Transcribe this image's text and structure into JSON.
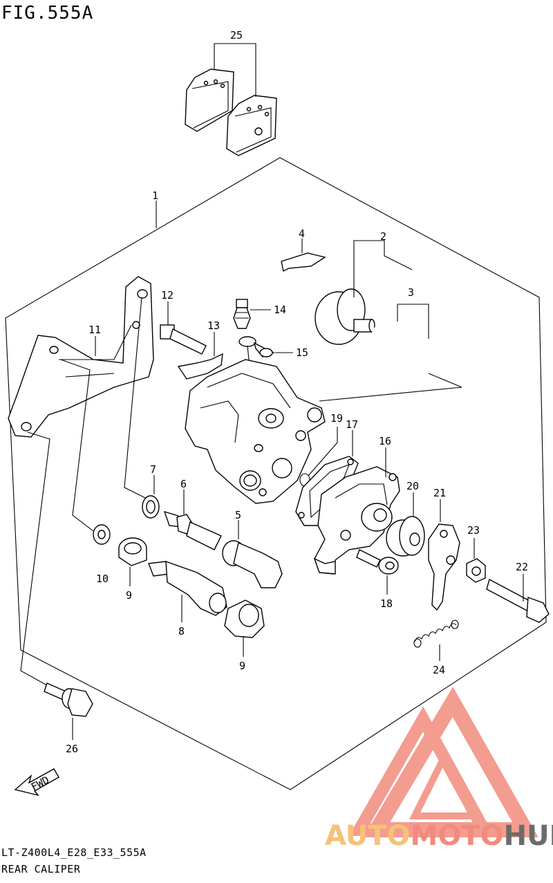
{
  "figure": {
    "title": "FIG.555A",
    "model_code": "LT-Z400L4_E28_E33_555A",
    "section_name": "REAR CALIPER"
  },
  "callouts": [
    {
      "id": "c1",
      "label": "1"
    },
    {
      "id": "c2",
      "label": "2"
    },
    {
      "id": "c3",
      "label": "3"
    },
    {
      "id": "c4",
      "label": "4"
    },
    {
      "id": "c5",
      "label": "5"
    },
    {
      "id": "c6",
      "label": "6"
    },
    {
      "id": "c7",
      "label": "7"
    },
    {
      "id": "c8",
      "label": "8"
    },
    {
      "id": "c9a",
      "label": "9"
    },
    {
      "id": "c9b",
      "label": "9"
    },
    {
      "id": "c10",
      "label": "10"
    },
    {
      "id": "c11",
      "label": "11"
    },
    {
      "id": "c12",
      "label": "12"
    },
    {
      "id": "c13",
      "label": "13"
    },
    {
      "id": "c14",
      "label": "14"
    },
    {
      "id": "c15",
      "label": "15"
    },
    {
      "id": "c16",
      "label": "16"
    },
    {
      "id": "c17",
      "label": "17"
    },
    {
      "id": "c18",
      "label": "18"
    },
    {
      "id": "c19",
      "label": "19"
    },
    {
      "id": "c20",
      "label": "20"
    },
    {
      "id": "c21",
      "label": "21"
    },
    {
      "id": "c22",
      "label": "22"
    },
    {
      "id": "c23",
      "label": "23"
    },
    {
      "id": "c24",
      "label": "24"
    },
    {
      "id": "c25",
      "label": "25"
    },
    {
      "id": "c26",
      "label": "26"
    }
  ],
  "direction_arrow": {
    "label": "FWD"
  },
  "watermark": {
    "part1": "AUTO",
    "part2": "MOTO",
    "part3": "HUB",
    "color_primary": "#f28b7d",
    "color_secondary": "#f5c277",
    "color_dark": "#6b6b6b"
  }
}
